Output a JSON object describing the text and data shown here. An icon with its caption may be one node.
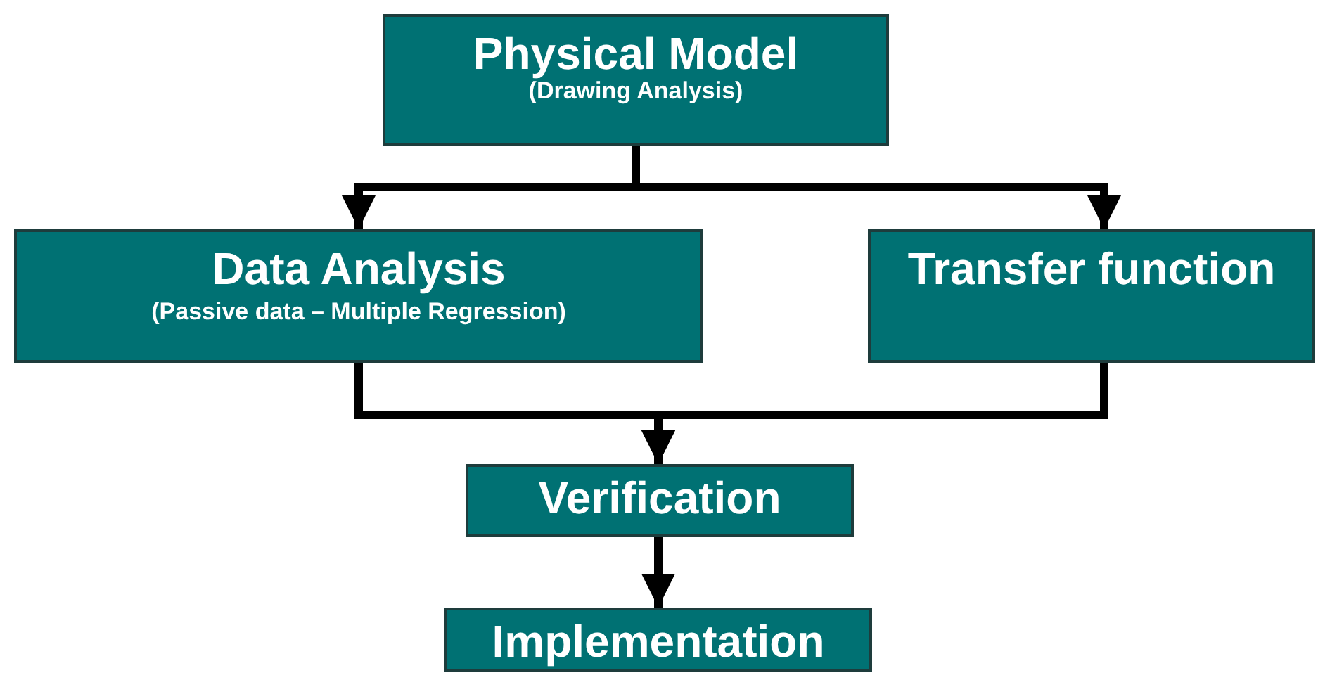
{
  "diagram": {
    "nodes": [
      {
        "text": [
          "Physical Model",
          "(Drawing Analysis)"
        ]
      },
      {
        "text": [
          "Data Analysis",
          "(Passive data – Multiple Regression)"
        ]
      },
      {
        "text": [
          "Transfer function"
        ]
      },
      {
        "text": [
          "Verification"
        ]
      },
      {
        "text": [
          "Implementation"
        ]
      }
    ],
    "edges": [
      {
        "from": 0,
        "to": 1,
        "arrow": "to"
      },
      {
        "from": 0,
        "to": 2,
        "arrow": "to"
      },
      {
        "from": 1,
        "to": 3,
        "arrow": "to"
      },
      {
        "from": 2,
        "to": 3,
        "arrow": "to"
      },
      {
        "from": 3,
        "to": 4,
        "arrow": "to"
      }
    ]
  }
}
